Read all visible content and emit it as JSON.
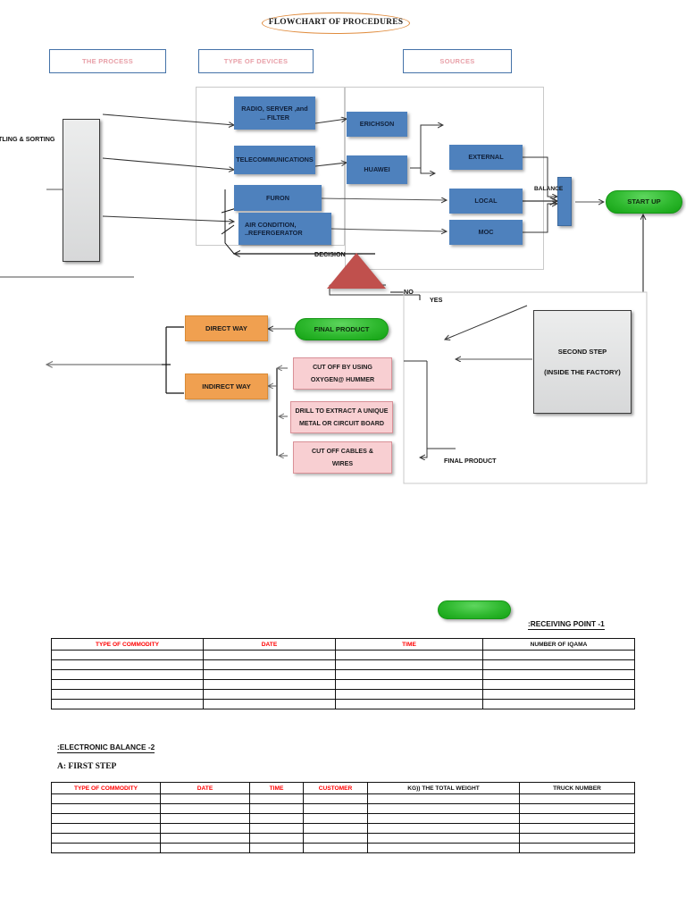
{
  "document": {
    "title": "FLOWCHART OF PROCEDURES"
  },
  "headers": [
    {
      "label": "THE PROCESS"
    },
    {
      "label": "TYPE OF DEVICES"
    },
    {
      "label": "SOURCES"
    }
  ],
  "flow": {
    "dismantling_label": "TLING & SORTING",
    "devices": [
      {
        "line1": "RADIO, SERVER ,and",
        "line2": "... FILTER"
      },
      {
        "line1": "TELECOMMUNICATIONS",
        "line2": ""
      },
      {
        "line1": "FURON",
        "line2": ""
      },
      {
        "line1": "AIR CONDITION,",
        "line2": "..REFERGERATOR"
      }
    ],
    "brands": [
      {
        "label": "ERICHSON"
      },
      {
        "label": "HUAWEI"
      }
    ],
    "sources": [
      {
        "label": "EXTERNAL"
      },
      {
        "label": "LOCAL"
      },
      {
        "label": "MOC"
      }
    ],
    "balance_label": "BALANCE",
    "start_up_label": "START UP",
    "decision_label": "DECISION",
    "branch_no": "NO",
    "branch_yes": "YES"
  },
  "lower": {
    "direct_way": "DIRECT WAY",
    "indirect_way": "INDIRECT WAY",
    "final_product_pill": "FINAL PRODUCT",
    "final_product_text": "FINAL PRODUCT",
    "second_step": {
      "line1": "SECOND STEP",
      "line2": "(INSIDE THE FACTORY)"
    },
    "methods": [
      {
        "line1": "CUT OFF BY USING",
        "line2": "OXYGEN@ HUMMER"
      },
      {
        "line1": "DRILL TO EXTRACT A UNIQUE",
        "line2": "METAL OR CIRCUIT BOARD"
      },
      {
        "line1": "CUT OFF CABLES &",
        "line2": "WIRES"
      }
    ]
  },
  "sections": {
    "receiving_point": ":RECEIVING POINT -1",
    "electronic_balance": ":ELECTRONIC BALANCE -2",
    "first_step": {
      "prefix": "A",
      "text": ": FIRST STEP"
    },
    "green_pill_faint": ""
  },
  "table1": {
    "headers": [
      {
        "label": "TYPE OF COMMODITY",
        "color": "red"
      },
      {
        "label": "DATE",
        "color": "red"
      },
      {
        "label": "TIME",
        "color": "red"
      },
      {
        "label": "NUMBER OF IQAMA",
        "color": "black"
      }
    ],
    "rows": [
      [
        "",
        "",
        "",
        ""
      ],
      [
        "",
        "",
        "",
        ""
      ],
      [
        "",
        "",
        "",
        ""
      ],
      [
        "",
        "",
        "",
        ""
      ],
      [
        "",
        "",
        "",
        ""
      ],
      [
        "",
        "",
        "",
        ""
      ]
    ]
  },
  "table2": {
    "headers": [
      {
        "label": "TYPE OF COMMODITY",
        "color": "red"
      },
      {
        "label": "DATE",
        "color": "red"
      },
      {
        "label": "TIME",
        "color": "red"
      },
      {
        "label": "CUSTOMER",
        "color": "red"
      },
      {
        "label": "KG)) THE TOTAL WEIGHT",
        "color": "black"
      },
      {
        "label": "TRUCK NUMBER",
        "color": "black"
      }
    ],
    "rows": [
      [
        "",
        "",
        "",
        "",
        "",
        ""
      ],
      [
        "",
        "",
        "",
        "",
        "",
        ""
      ],
      [
        "",
        "",
        "",
        "",
        "",
        ""
      ],
      [
        "",
        "",
        "",
        "",
        "",
        ""
      ],
      [
        "",
        "",
        "",
        "",
        "",
        ""
      ],
      [
        "",
        "",
        "",
        "",
        "",
        ""
      ]
    ]
  },
  "colors": {
    "blue": "#4E81BD",
    "green": "#2EB82E",
    "orange": "#F0A050",
    "pink": "#F8CFD2",
    "red_triangle": "#C0504D",
    "header_border": "#4472A8",
    "header_text": "#E8A0A8",
    "title_ellipse": "#E08B3C",
    "table_header_red": "#FF0000"
  }
}
